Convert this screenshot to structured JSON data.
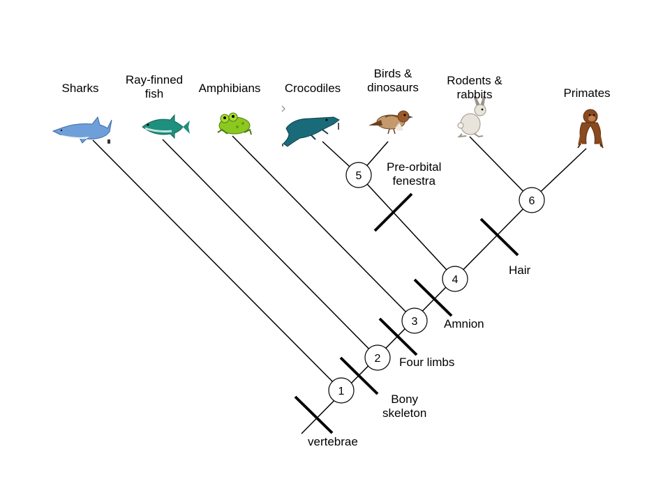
{
  "taxa": [
    {
      "name": "Sharks",
      "icon": "shark-icon"
    },
    {
      "name": "Ray-finned\nfish",
      "icon": "fish-icon"
    },
    {
      "name": "Amphibians",
      "icon": "frog-icon"
    },
    {
      "name": "Crocodiles",
      "icon": "crocodile-icon"
    },
    {
      "name": "Birds &\ndinosaurs",
      "icon": "bird-icon"
    },
    {
      "name": "Rodents &\nrabbits",
      "icon": "rabbit-icon"
    },
    {
      "name": "Primates",
      "icon": "monkey-icon"
    }
  ],
  "nodes": [
    "1",
    "2",
    "3",
    "4",
    "5",
    "6"
  ],
  "traits": [
    {
      "label": "vertebrae"
    },
    {
      "label": "Bony\nskeleton"
    },
    {
      "label": "Four limbs"
    },
    {
      "label": "Amnion"
    },
    {
      "label": "Pre-orbital\nfenestra"
    },
    {
      "label": "Hair"
    }
  ],
  "colors": {
    "line": "#000000",
    "shark": "#6f9fd8",
    "fish": "#1f8f7e",
    "frog": "#8cc820",
    "crocodile": "#1a6b7a",
    "bird": "#9a5a2a",
    "rabbit": "#d8d2c8",
    "monkey": "#8a4a1e"
  }
}
